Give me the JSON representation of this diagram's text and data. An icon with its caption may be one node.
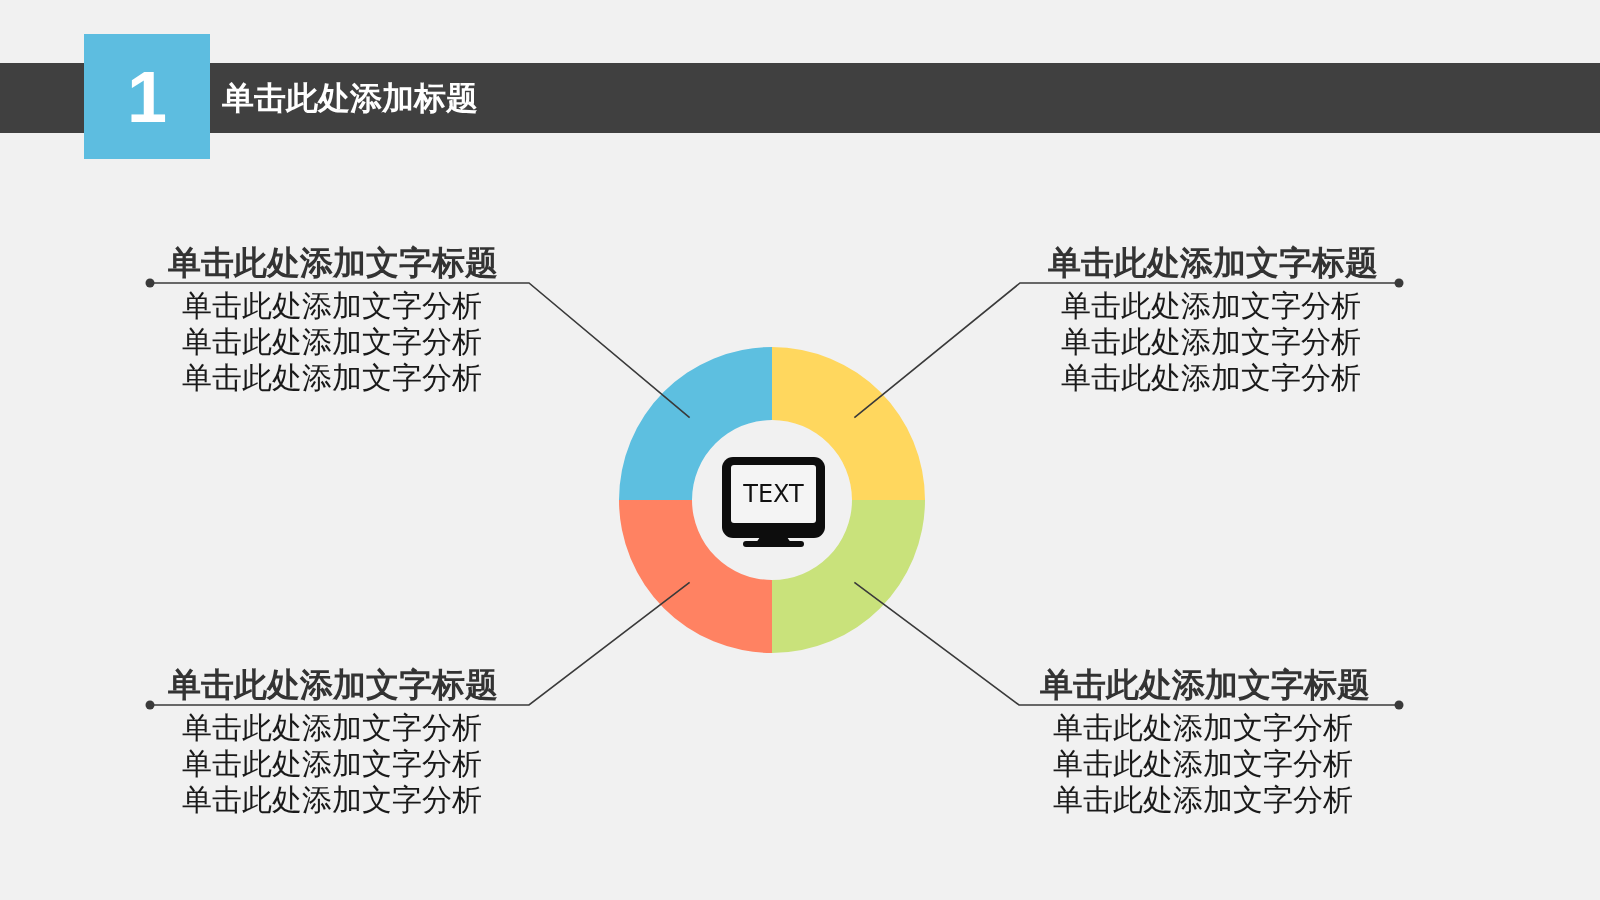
{
  "diagram": {
    "title": "单击此处添加标题",
    "nodes": [
      {
        "text": [
          "单击此处添加文字标题",
          "单击此处添加文字分析单击此处添加文字分析单击此处添加文字分析"
        ]
      },
      {
        "text": [
          "单击此处添加文字标题",
          "单击此处添加文字分析单击此处添加文字分析单击此处添加文字分析"
        ]
      },
      {
        "text": [],
        "shape": "sector"
      },
      {
        "text": [],
        "shape": "sector"
      },
      {
        "text": [],
        "shape": "sector"
      },
      {
        "text": [],
        "shape": "sector"
      },
      {
        "text": [
          "TEXT"
        ]
      },
      {
        "text": [
          "单击此处添加文字标题",
          "单击此处添加文字分析单击此处添加文字分析单击此处添加文字分析"
        ]
      },
      {
        "text": [
          "单击此处添加文字标题",
          "单击此处添加文字分析单击此处添加文字分析单击此处添加文字分析"
        ]
      }
    ],
    "edges": [
      {
        "from": 0,
        "to": 2,
        "arrow": "other"
      },
      {
        "from": 1,
        "to": 3,
        "arrow": "other"
      },
      {
        "from": 7,
        "to": 4,
        "arrow": "other"
      },
      {
        "from": 8,
        "to": 5,
        "arrow": "other"
      }
    ],
    "labels": [
      "1"
    ]
  }
}
